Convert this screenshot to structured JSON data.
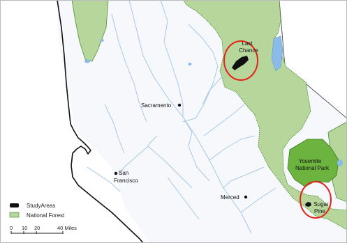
{
  "colors": {
    "ocean": "#ffffff",
    "land": "#f7f8fb",
    "national_forest_fill": "#b7d69b",
    "national_forest_stroke": "#4f8f3a",
    "national_park_fill": "#6cb43f",
    "river": "#a7c8e6",
    "lake": "#8bbbe6",
    "coast": "#111111",
    "study_area": "#111111",
    "highlight_circle": "#e3231a"
  },
  "places": {
    "sacramento": "Sacramento",
    "san_francisco_1": "San",
    "san_francisco_2": "Francisco",
    "merced": "Merced"
  },
  "study_areas": {
    "last_chance_1": "Last",
    "last_chance_2": "Chance",
    "sugar_pine_1": "Sugar",
    "sugar_pine_2": "Pine"
  },
  "park": {
    "line1": "Yosemite",
    "line2": "National Park"
  },
  "legend": {
    "study_areas": "StudyAreas",
    "national_forest": "National Forest"
  },
  "scale_bar": {
    "t0": "0",
    "t1": "10",
    "t2": "20",
    "t3": "40 Miles"
  }
}
